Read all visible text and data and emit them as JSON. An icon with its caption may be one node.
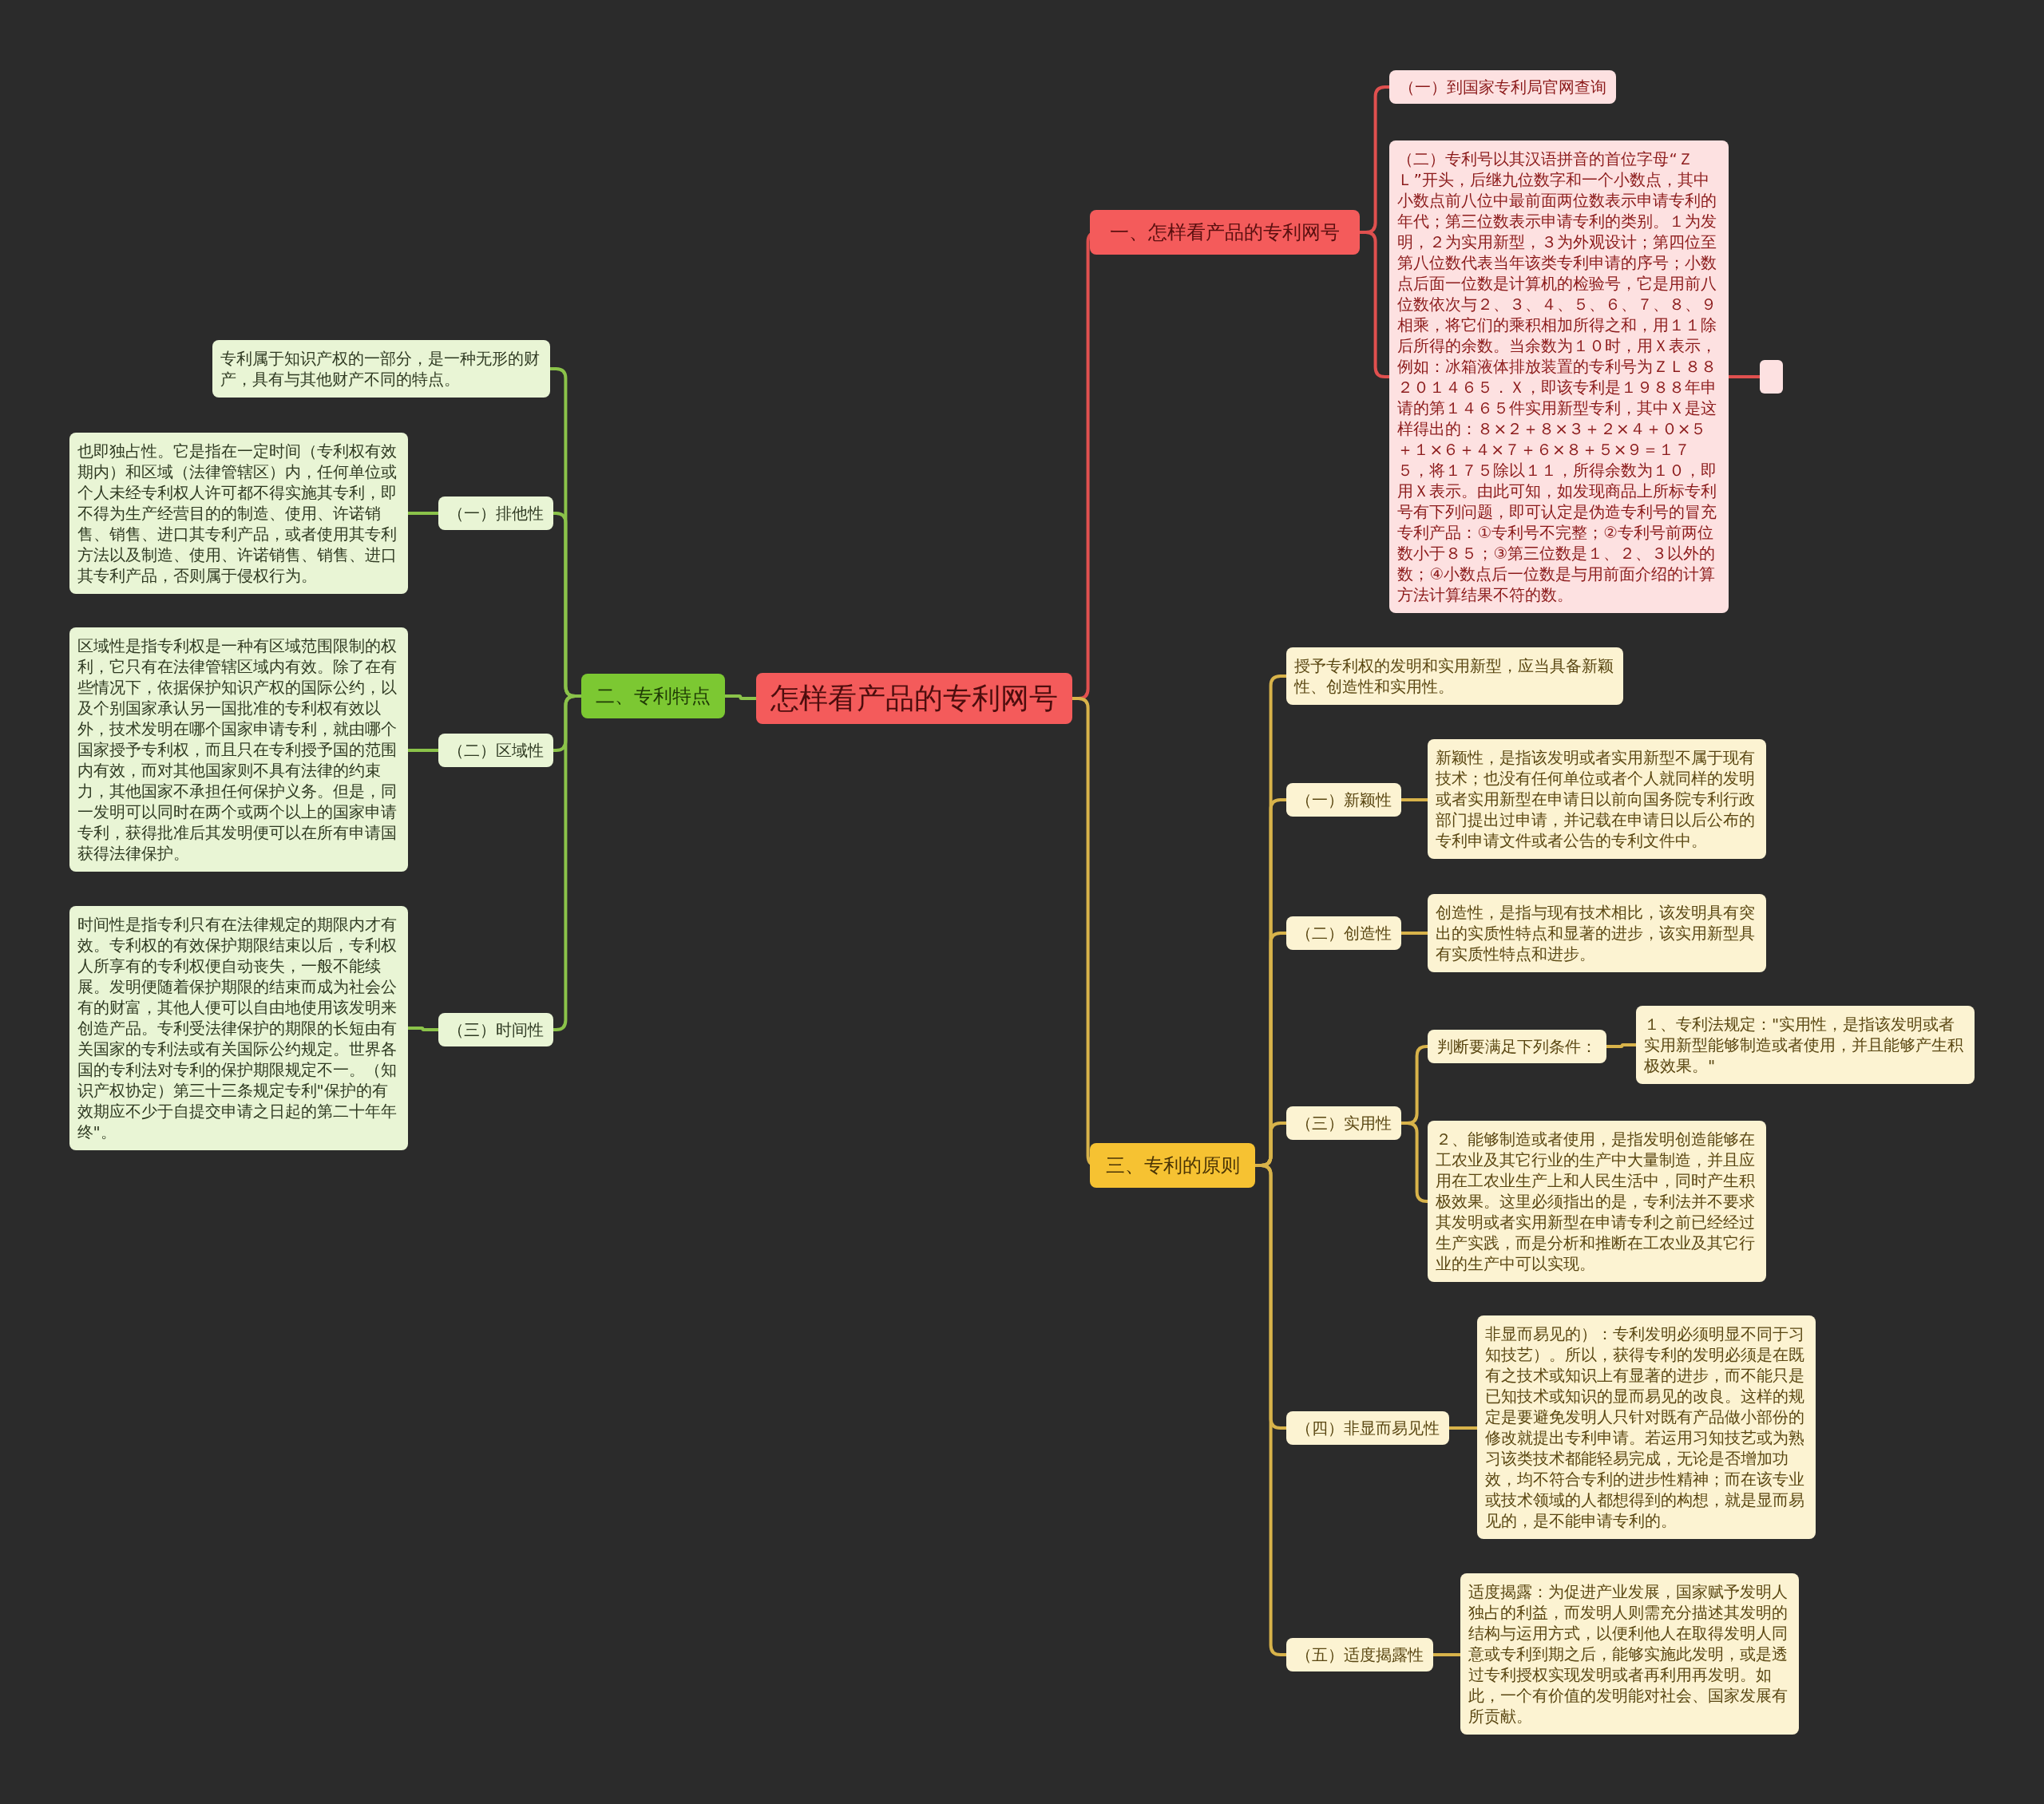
{
  "diagram": {
    "nodes": [
      {
        "text": [
          "怎样看产品的专利网号"
        ]
      },
      {
        "text": [
          "一、怎样看产品的专利网号"
        ]
      },
      {
        "text": [
          "（一）到国家专利局官网查询"
        ]
      },
      {
        "text": [
          "（二）专利号以其汉语拼音的首位字母“ＺＬ”开头，后继九位数字和一个小数点，其中小数点前八位中最前面两位数表示申请专利的年代；第三位数表示申请专利的类别。１为发明，２为实用新型，３为外观设计；第四位至第八位数代表当年该类专利申请的序号；小数点后面一位数是计算机的检验号，它是用前八位数依次与２、３、４、５、６、７、８、９相乘，将它们的乘积相加所得之和，用１１除后所得的余数。当余数为１０时，用Ｘ表示，例如：冰箱液体排放装置的专利号为ＺＬ８８２０１４６５．Ｘ，即该专利是１９８８年申请的第１４６５件实用新型专利，其中Ｘ是这样得出的：８×２＋８×３＋２×４＋０×５＋１×６＋４×７＋６×８＋５×９＝１７５，将１７５除以１１，所得余数为１０，即用Ｘ表示。由此可知，如发现商品上所标专利号有下列问题，即可认定是伪造专利号的冒充专利产品：①专利号不完整；②专利号前两位数小于８５；③第三位数是１、２、３以外的数；④小数点后一位数是与用前面介绍的计算方法计算结果不符的数。"
        ]
      },
      {
        "text": [],
        "shape": "box"
      },
      {
        "text": [
          "二、专利特点"
        ]
      },
      {
        "text": [
          "专利属于知识产权的一部分，是一种无形的财产，具有与其他财产不同的特点。"
        ]
      },
      {
        "text": [
          "（一）排他性"
        ]
      },
      {
        "text": [
          "也即独占性。它是指在一定时间（专利权有效期内）和区域（法律管辖区）内，任何单位或个人未经专利权人许可都不得实施其专利，即不得为生产经营目的的制造、使用、许诺销售、销售、进口其专利产品，或者使用其专利方法以及制造、使用、许诺销售、销售、进口其专利产品，否则属于侵权行为。"
        ]
      },
      {
        "text": [
          "（二）区域性"
        ]
      },
      {
        "text": [
          "区域性是指专利权是一种有区域范围限制的权利，它只有在法律管辖区域内有效。除了在有些情况下，依据保护知识产权的国际公约，以及个别国家承认另一国批准的专利权有效以外，技术发明在哪个国家申请专利，就由哪个国家授予专利权，而且只在专利授予国的范围内有效，而对其他国家则不具有法律的约束力，其他国家不承担任何保护义务。但是，同一发明可以同时在两个或两个以上的国家申请专利，获得批准后其发明便可以在所有申请国获得法律保护。"
        ]
      },
      {
        "text": [
          "（三）时间性"
        ]
      },
      {
        "text": [
          "时间性是指专利只有在法律规定的期限内才有效。专利权的有效保护期限结束以后，专利权人所享有的专利权便自动丧失，一般不能续展。发明便随着保护期限的结束而成为社会公有的财富，其他人便可以自由地使用该发明来创造产品。专利受法律保护的期限的长短由有关国家的专利法或有关国际公约规定。世界各国的专利法对专利的保护期限规定不一。（知识产权协定）第三十三条规定专利\"保护的有效期应不少于自提交申请之日起的第二十年年终\"。"
        ]
      },
      {
        "text": [
          "三、专利的原则"
        ]
      },
      {
        "text": [
          "授予专利权的发明和实用新型，应当具备新颖性、创造性和实用性。"
        ]
      },
      {
        "text": [
          "（一）新颖性"
        ]
      },
      {
        "text": [
          "新颖性，是指该发明或者实用新型不属于现有技术；也没有任何单位或者个人就同样的发明或者实用新型在申请日以前向国务院专利行政部门提出过申请，并记载在申请日以后公布的专利申请文件或者公告的专利文件中。"
        ]
      },
      {
        "text": [
          "（二）创造性"
        ]
      },
      {
        "text": [
          "创造性，是指与现有技术相比，该发明具有突出的实质性特点和显著的进步，该实用新型具有实质性特点和进步。"
        ]
      },
      {
        "text": [
          "（三）实用性"
        ]
      },
      {
        "text": [
          "判断要满足下列条件："
        ]
      },
      {
        "text": [
          "１、专利法规定：\"实用性，是指该发明或者实用新型能够制造或者使用，并且能够产生积极效果。\""
        ]
      },
      {
        "text": [
          "２、能够制造或者使用，是指发明创造能够在工农业及其它行业的生产中大量制造，并且应用在工农业生产上和人民生活中，同时产生积极效果。这里必须指出的是，专利法并不要求其发明或者实用新型在申请专利之前已经经过生产实践，而是分析和推断在工农业及其它行业的生产中可以实现。"
        ]
      },
      {
        "text": [
          "（四）非显而易见性"
        ]
      },
      {
        "text": [
          "非显而易见的）：专利发明必须明显不同于习知技艺）。所以，获得专利的发明必须是在既有之技术或知识上有显著的进步，而不能只是已知技术或知识的显而易见的改良。这样的规定是要避免发明人只针对既有产品做小部份的修改就提出专利申请。若运用习知技艺或为熟习该类技术都能轻易完成，无论是否增加功效，均不符合专利的进步性精神；而在该专业或技术领域的人都想得到的构想，就是显而易见的，是不能申请专利的。"
        ]
      },
      {
        "text": [
          "（五）适度揭露性"
        ]
      },
      {
        "text": [
          "适度揭露：为促进产业发展，国家赋予发明人独占的利益，而发明人则需充分描述其发明的结构与运用方式，以便利他人在取得发明人同意或专利到期之后，能够实施此发明，或是透过专利授权实现发明或者再利用再发明。如此，一个有价值的发明能对社会、国家发展有所贡献。"
        ]
      }
    ],
    "edges": [
      {
        "from": 0,
        "to": 1,
        "arrow": "none",
        "color": "#e0504f"
      },
      {
        "from": 0,
        "to": 5,
        "arrow": "none",
        "color": "#8bc34a"
      },
      {
        "from": 0,
        "to": 13,
        "arrow": "none"
      },
      {
        "from": 1,
        "to": 2,
        "arrow": "none",
        "color": "#e0504f"
      },
      {
        "from": 1,
        "to": 3,
        "arrow": "none",
        "color": "#e0504f"
      },
      {
        "from": 3,
        "to": 4,
        "arrow": "none",
        "color": "#e0504f"
      },
      {
        "from": 5,
        "to": 6,
        "arrow": "none",
        "color": "#8bc34a"
      },
      {
        "from": 5,
        "to": 7,
        "arrow": "none",
        "color": "#8bc34a"
      },
      {
        "from": 5,
        "to": 9,
        "arrow": "none",
        "color": "#8bc34a"
      },
      {
        "from": 5,
        "to": 11,
        "arrow": "none",
        "color": "#8bc34a"
      },
      {
        "from": 7,
        "to": 8,
        "arrow": "none",
        "color": "#8bc34a"
      },
      {
        "from": 9,
        "to": 10,
        "arrow": "none",
        "color": "#8bc34a"
      },
      {
        "from": 11,
        "to": 12,
        "arrow": "none",
        "color": "#8bc34a"
      },
      {
        "from": 13,
        "to": 14,
        "arrow": "none"
      },
      {
        "from": 13,
        "to": 15,
        "arrow": "none"
      },
      {
        "from": 13,
        "to": 17,
        "arrow": "none"
      },
      {
        "from": 13,
        "to": 19,
        "arrow": "none"
      },
      {
        "from": 13,
        "to": 23,
        "arrow": "none"
      },
      {
        "from": 13,
        "to": 25,
        "arrow": "none"
      },
      {
        "from": 15,
        "to": 16,
        "arrow": "none"
      },
      {
        "from": 17,
        "to": 18,
        "arrow": "none"
      },
      {
        "from": 19,
        "to": 20,
        "arrow": "none"
      },
      {
        "from": 19,
        "to": 22,
        "arrow": "none"
      },
      {
        "from": 20,
        "to": 21,
        "arrow": "none"
      },
      {
        "from": 23,
        "to": 24,
        "arrow": "none"
      },
      {
        "from": 25,
        "to": 26,
        "arrow": "none"
      }
    ]
  }
}
